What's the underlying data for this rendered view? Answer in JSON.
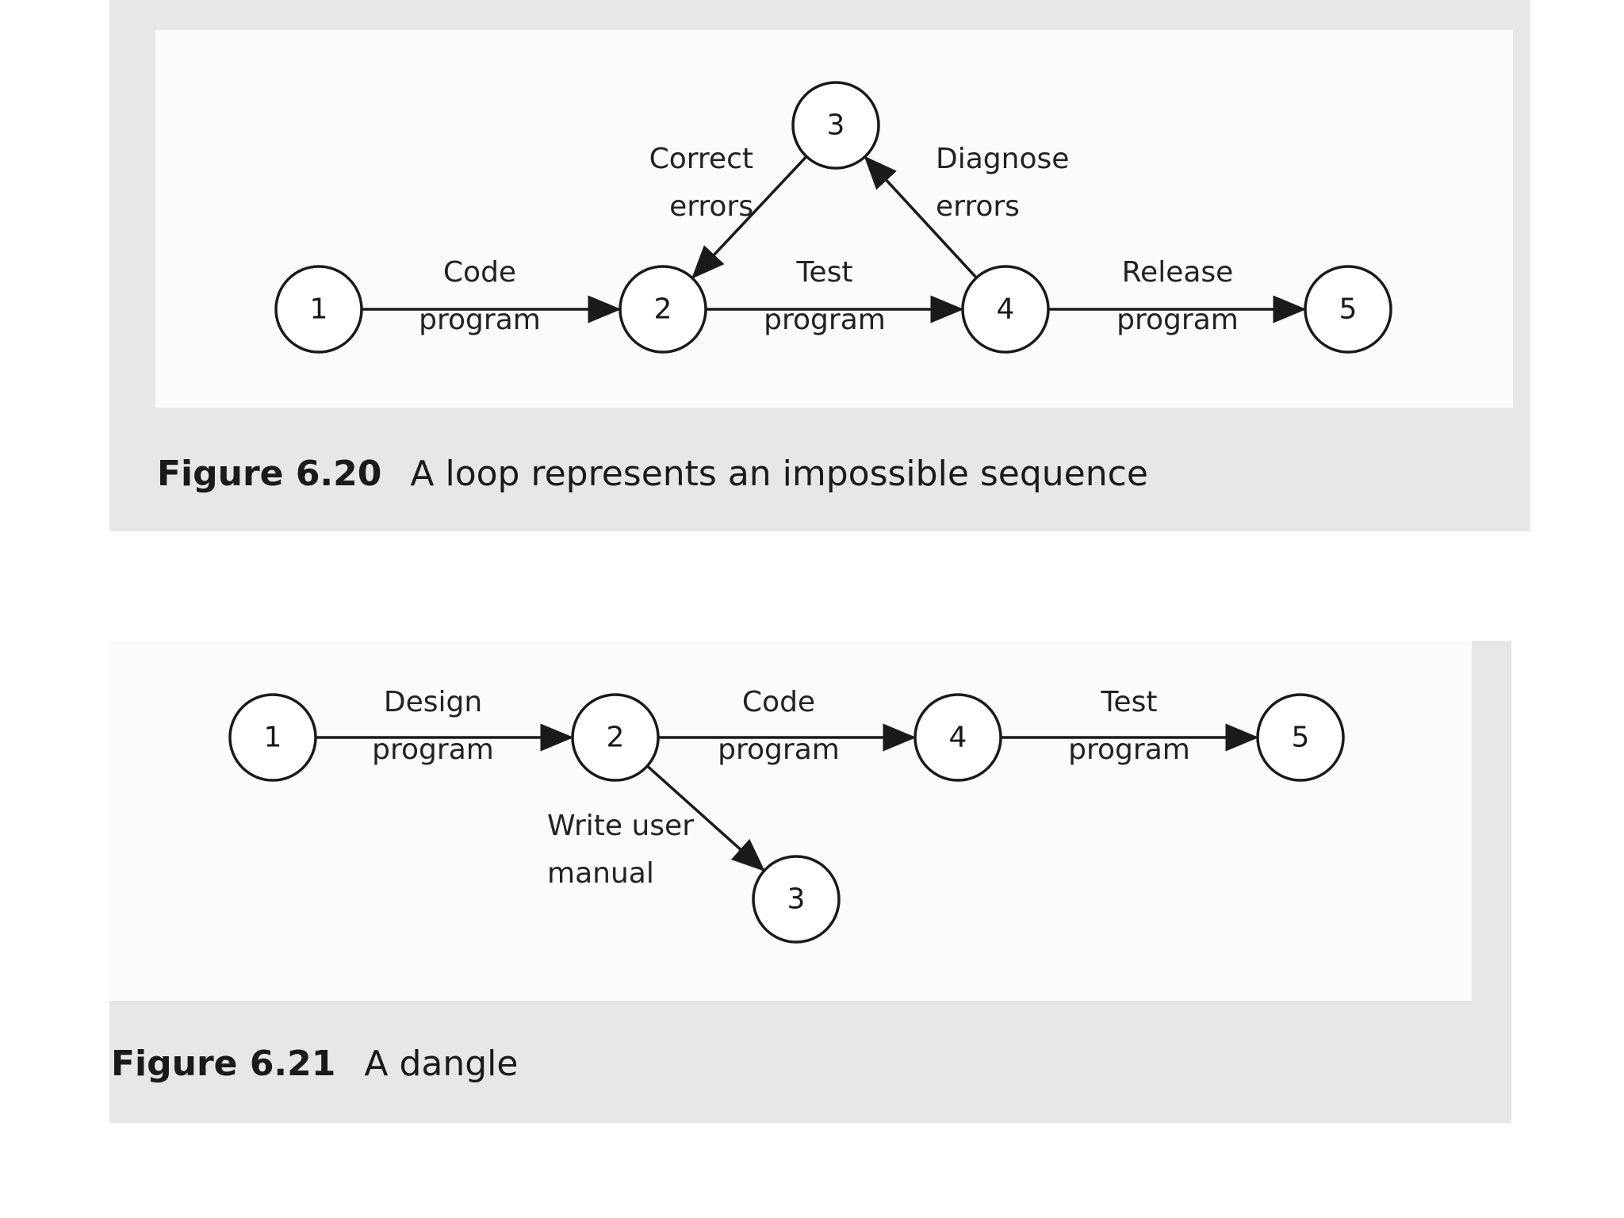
{
  "figures": [
    {
      "number": "Figure 6.20",
      "caption": "A loop represents an impossible sequence",
      "nodes": [
        {
          "id": "1",
          "label": "1"
        },
        {
          "id": "2",
          "label": "2"
        },
        {
          "id": "3",
          "label": "3"
        },
        {
          "id": "4",
          "label": "4"
        },
        {
          "id": "5",
          "label": "5"
        }
      ],
      "edges": [
        {
          "from": "1",
          "to": "2",
          "label": [
            "Code",
            "program"
          ]
        },
        {
          "from": "2",
          "to": "4",
          "label": [
            "Test",
            "program"
          ]
        },
        {
          "from": "4",
          "to": "3",
          "label": [
            "Diagnose",
            "errors"
          ]
        },
        {
          "from": "3",
          "to": "2",
          "label": [
            "Correct",
            "errors"
          ]
        },
        {
          "from": "4",
          "to": "5",
          "label": [
            "Release",
            "program"
          ]
        }
      ]
    },
    {
      "number": "Figure 6.21",
      "caption": "A dangle",
      "nodes": [
        {
          "id": "1",
          "label": "1"
        },
        {
          "id": "2",
          "label": "2"
        },
        {
          "id": "3",
          "label": "3"
        },
        {
          "id": "4",
          "label": "4"
        },
        {
          "id": "5",
          "label": "5"
        }
      ],
      "edges": [
        {
          "from": "1",
          "to": "2",
          "label": [
            "Design",
            "program"
          ]
        },
        {
          "from": "2",
          "to": "4",
          "label": [
            "Code",
            "program"
          ]
        },
        {
          "from": "4",
          "to": "5",
          "label": [
            "Test",
            "program"
          ]
        },
        {
          "from": "2",
          "to": "3",
          "label": [
            "Write user",
            "manual"
          ]
        }
      ]
    }
  ]
}
